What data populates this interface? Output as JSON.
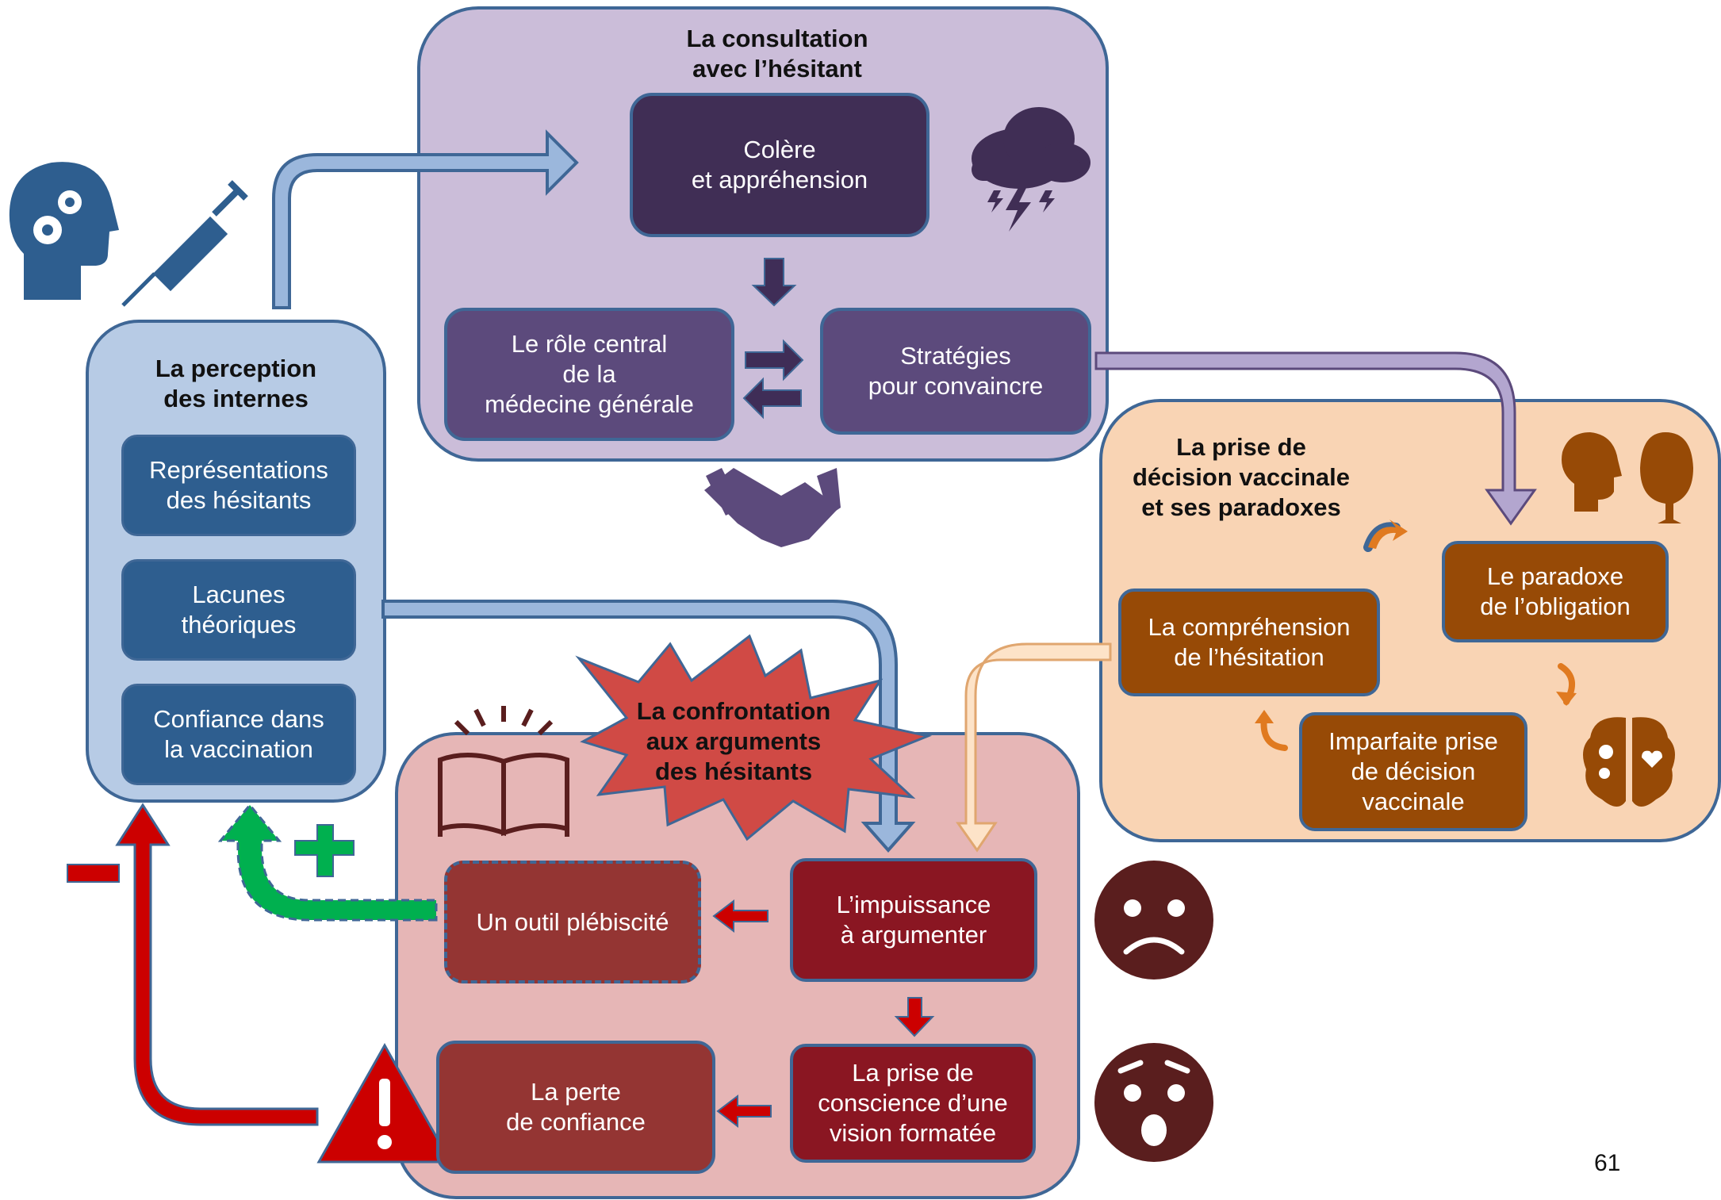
{
  "colors": {
    "perception": "#b7cbe5",
    "perception_dark": "#2e5e8f",
    "perception_border": "#3f6796",
    "consultation": "#cbbdd9",
    "consultation_dark": "#402e55",
    "consultation_mid": "#5c4a7c",
    "decision": "#f9d4b4",
    "decision_dark": "#974a06",
    "confrontation": "#e6b6b6",
    "confrontation_dark": "#8a1622",
    "confrontation_mid": "#943533",
    "minus_arrow": "#cc0000",
    "plus_arrow": "#00b04f",
    "emoji": "#5a1e1e"
  },
  "perception": {
    "title": "La perception\ndes internes",
    "items": [
      "Représentations\ndes hésitants",
      "Lacunes\nthéoriques",
      "Confiance dans\nla vaccination"
    ]
  },
  "consultation": {
    "title": "La consultation\navec l’hésitant",
    "anger": "Colère\net appréhension",
    "central_role": "Le rôle central\nde la\nmédecine générale",
    "strategies": "Stratégies\npour convaincre"
  },
  "decision": {
    "title": "La prise de\ndécision vaccinale\net ses paradoxes",
    "paradox": "Le paradoxe\nde l’obligation",
    "understanding": "La compréhension\nde l’hésitation",
    "imperfect": "Imparfaite prise\nde décision\nvaccinale"
  },
  "confrontation": {
    "title": "La confrontation\naux arguments\ndes hésitants",
    "powerlessness": "L’impuissance\nà argumenter",
    "tool": "Un outil plébiscité",
    "awareness": "La prise de\nconscience d’une\nvision formatée",
    "loss": "La perte\nde confiance"
  },
  "signs": {
    "minus": "−",
    "plus": "+"
  },
  "icons": [
    "head-gears-icon",
    "syringe-icon",
    "storm-cloud-icon",
    "handshake-icon",
    "faces-icon",
    "brain-icon",
    "book-icon",
    "sad-face-icon",
    "shocked-face-icon",
    "warning-icon"
  ],
  "page_number": "61"
}
